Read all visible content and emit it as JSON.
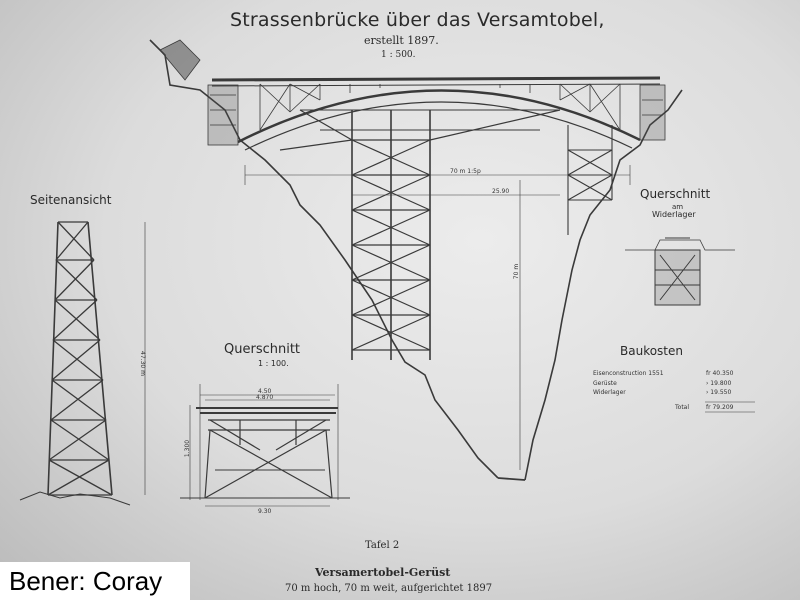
{
  "drawing": {
    "title": "Strassenbrücke über das Versamtobel,",
    "subtitle": "erstellt 1897.",
    "scale": "1 : 500.",
    "side_view_label": "Seitenansicht",
    "cross_section_label": "Querschnitt",
    "cross_section_scale": "1 : 100.",
    "abutment_section_label": "Querschnitt",
    "abutment_section_am": "am",
    "abutment_section_sub": "Widerlager",
    "dimensions": {
      "span": "70 m 1:5p",
      "inner": "25.90",
      "height": "70 m",
      "qs_top": "4.50",
      "qs_mid": "4.870",
      "qs_bottom": "9.30",
      "qs_height": "1.300",
      "side_height": "47.30 m"
    }
  },
  "costs": {
    "title": "Baukosten",
    "rows": [
      {
        "label": "Eisenconstruction 1551",
        "value": "fr 40.350"
      },
      {
        "label": "Gerüste",
        "value": "› 19.800"
      },
      {
        "label": "Widerlager",
        "value": "› 19.550"
      }
    ],
    "total_label": "Total",
    "total_value": "fr 79.209"
  },
  "caption": {
    "plate": "Tafel 2",
    "name": "Versamertobel-Gerüst",
    "description": "70 m hoch, 70 m weit, aufgerichtet 1897"
  },
  "credit": "Bener: Coray"
}
